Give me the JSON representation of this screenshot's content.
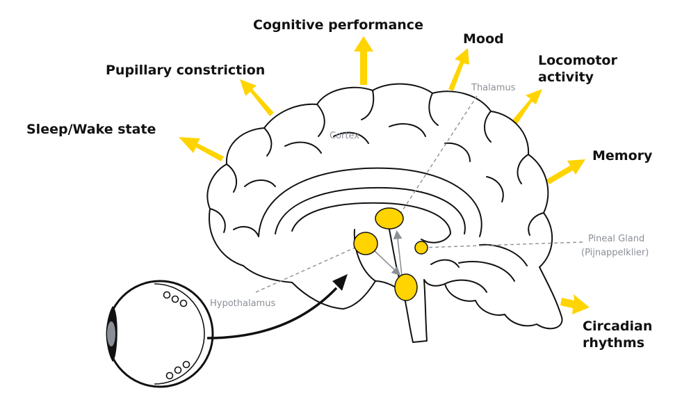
{
  "colors": {
    "accent": "#FFD400",
    "outline": "#111111",
    "label_grey": "#8a8f96"
  },
  "outcomes": {
    "cognitive": "Cognitive performance",
    "mood": "Mood",
    "locomotor_1": "Locomotor",
    "locomotor_2": "activity",
    "pupillary": "Pupillary constriction",
    "sleep": "Sleep/Wake state",
    "memory": "Memory",
    "circadian_1": "Circadian",
    "circadian_2": "rhythms"
  },
  "regions": {
    "thalamus": "Thalamus",
    "cortex": "Cortex",
    "pineal_1": "Pineal Gland",
    "pineal_2": "(Pijnappelklier)",
    "hypothalamus": "Hypothalamus"
  }
}
